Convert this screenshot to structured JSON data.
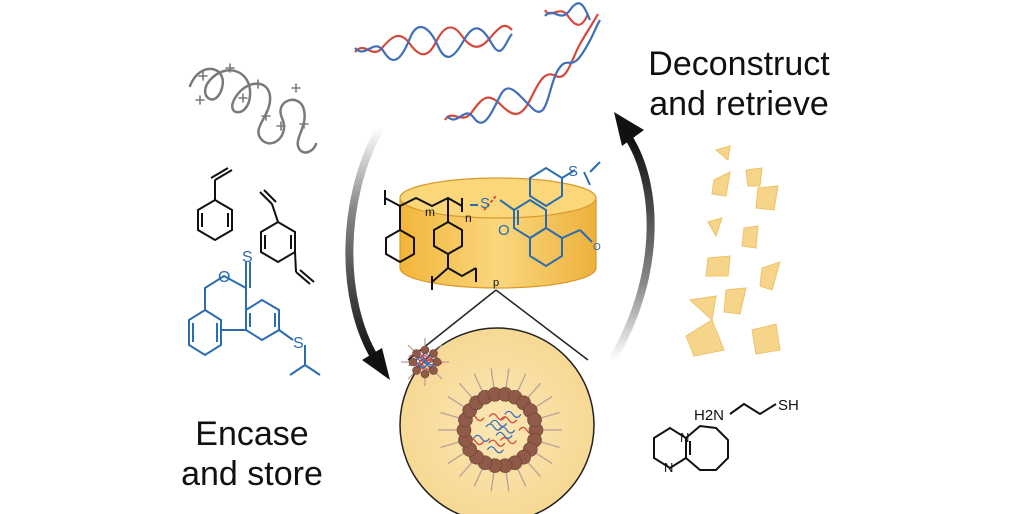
{
  "labels": {
    "deconstruct_line1": "Deconstruct",
    "deconstruct_line2": "and retrieve",
    "encase_line1": "Encase",
    "encase_line2": "and store"
  },
  "chem": {
    "cysteamine_left": "H2N",
    "cysteamine_right": "SH",
    "dbu_n1": "N",
    "dbu_n2": "N",
    "thionolactone_s": "S",
    "thionolactone_o": "O",
    "thioether_s": "S",
    "polymer_m": "m",
    "polymer_n": "n",
    "polymer_p": "p",
    "polymer_o": "O",
    "polymer_s": "S",
    "polymer_s2": "S",
    "polymer_o2": "O"
  },
  "colors": {
    "dna_red": "#d6483b",
    "dna_blue": "#3f6fb8",
    "chem_blue": "#2b6cb0",
    "cylinder": "#f5c04a",
    "bead": "#8f5a47",
    "arrow": "#1a1a1a"
  }
}
